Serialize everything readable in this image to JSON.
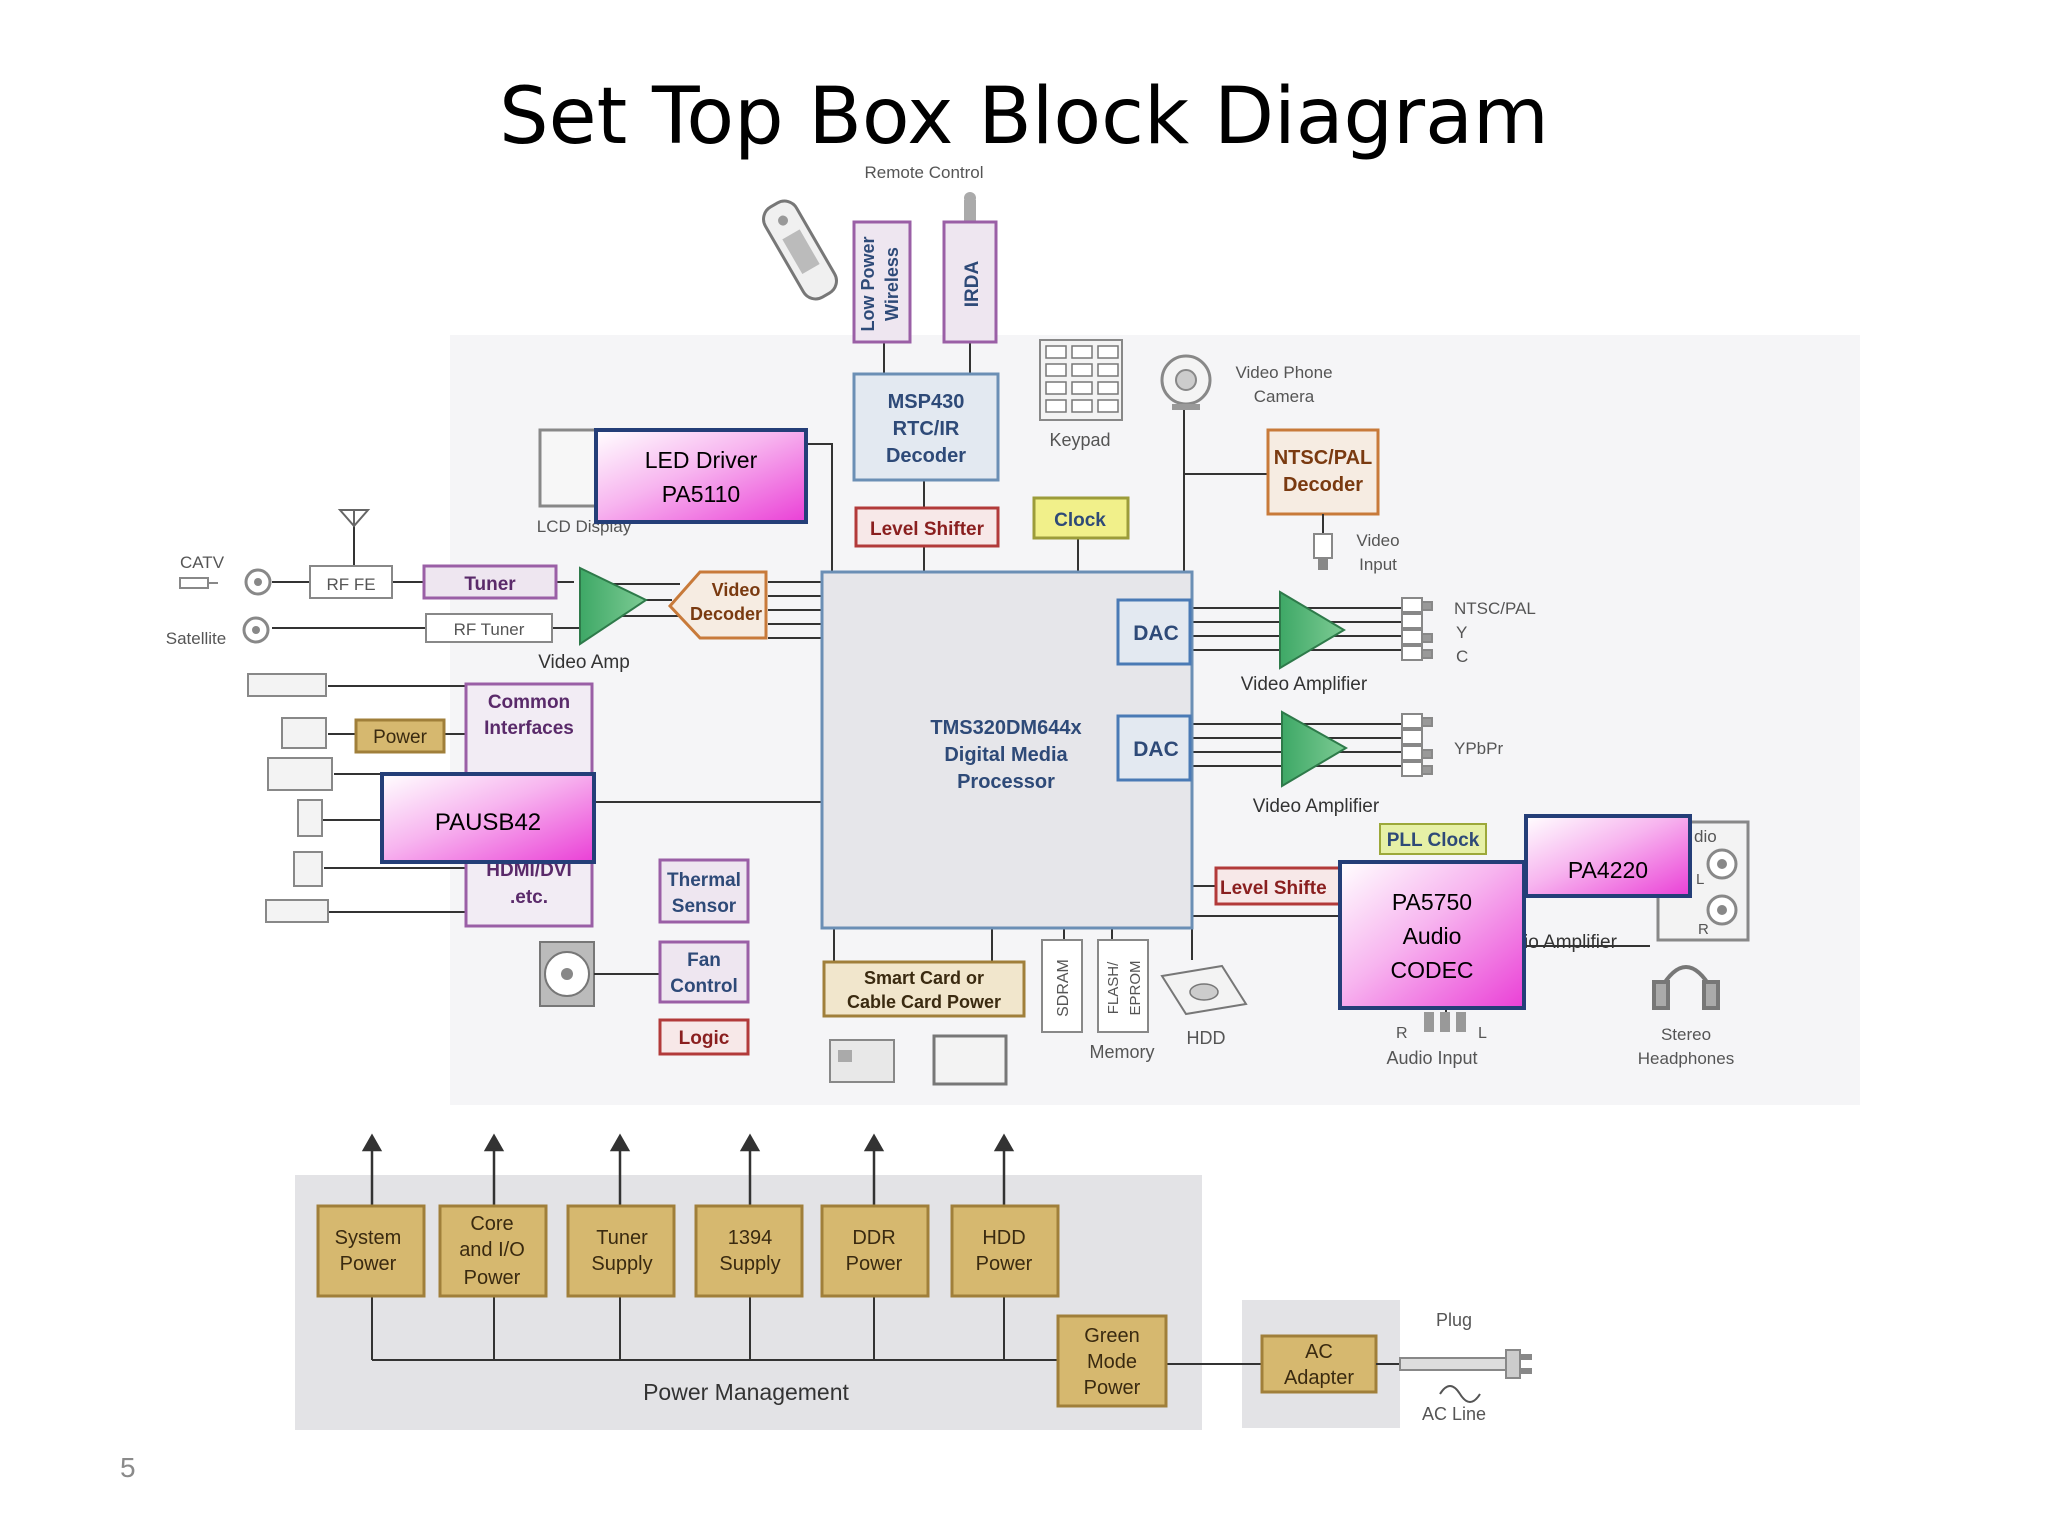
{
  "title": "Set Top Box Block Diagram",
  "page_number": "5",
  "colors": {
    "processor_fill": "#e6e6ea",
    "processor_border": "#6b8fb5",
    "tan_fill": "#d6b86f",
    "tan_border": "#a07f3a",
    "pink_highlight_start": "#ee44d8",
    "pink_highlight_end": "#ffffff",
    "highlight_border": "#243e78",
    "amp_green": "#5cb87a",
    "clock_yellow": "#f1f08a",
    "pll_fill": "#e6f0a6",
    "purple_border": "#9a5fa6",
    "red_border": "#b23a3a",
    "orange_border": "#c87a3a",
    "text_navy": "#2e4a78",
    "dark_red_text": "#8a1f1f"
  },
  "labels": {
    "remote_control": "Remote Control",
    "low_power_wireless_1": "Low Power",
    "low_power_wireless_2": "Wireless",
    "irda": "IRDA",
    "msp430_1": "MSP430",
    "msp430_2": "RTC/IR",
    "msp430_3": "Decoder",
    "keypad": "Keypad",
    "video_phone_camera_1": "Video Phone",
    "video_phone_camera_2": "Camera",
    "led_driver_1": "LED Driver",
    "led_driver_2": "PA5110",
    "lcd_display": "LCD Display",
    "level_shifter_top": "Level Shifter",
    "clock": "Clock",
    "ntsc_pal_decoder_1": "NTSC/PAL",
    "ntsc_pal_decoder_2": "Decoder",
    "video_input_1": "Video",
    "video_input_2": "Input",
    "catv": "CATV",
    "satellite": "Satellite",
    "rf_fe": "RF FE",
    "tuner": "Tuner",
    "rf_tuner": "RF Tuner",
    "video_amp": "Video Amp",
    "video_decoder_1": "Video",
    "video_decoder_2": "Decoder",
    "dac_1": "DAC",
    "dac_2": "DAC",
    "video_amplifier_1": "Video Amplifier",
    "video_amplifier_2": "Video Amplifier",
    "ntsc_pal_out": "NTSC/PAL",
    "y_out": "Y",
    "c_out": "C",
    "ypbpr": "YPbPr",
    "common_interfaces_1": "Common",
    "common_interfaces_2": "Interfaces",
    "power_small": "Power",
    "pausb42": "PAUSB42",
    "hdmi_dvi_1": "HDMI/DVI",
    "hdmi_dvi_2": ".etc.",
    "processor_1": "TMS320DM644x",
    "processor_2": "Digital Media",
    "processor_3": "Processor",
    "thermal_sensor_1": "Thermal",
    "thermal_sensor_2": "Sensor",
    "fan_control_1": "Fan",
    "fan_control_2": "Control",
    "logic": "Logic",
    "smart_card_1": "Smart Card or",
    "smart_card_2": "Cable Card Power",
    "sdram": "SDRAM",
    "flash_1": "FLASH/",
    "flash_2": "EPROM",
    "memory": "Memory",
    "hdd": "HDD",
    "pll_clock": "PLL Clock",
    "level_shifter_right": "Level Shifte",
    "pa5750_1": "PA5750",
    "pa5750_2": "Audio",
    "pa5750_3": "CODEC",
    "pa4220": "PA4220",
    "audio_amplifier_partial": "io Amplifier",
    "audio_partial": "dio",
    "audio_l": "L",
    "audio_r": "R",
    "audio_input_r": "R",
    "audio_input_l": "L",
    "audio_input": "Audio Input",
    "stereo_headphones_1": "Stereo",
    "stereo_headphones_2": "Headphones",
    "system_power_1": "System",
    "system_power_2": "Power",
    "core_io_power_1": "Core",
    "core_io_power_2": "and I/O",
    "core_io_power_3": "Power",
    "tuner_supply_1": "Tuner",
    "tuner_supply_2": "Supply",
    "supply_1394_1": "1394",
    "supply_1394_2": "Supply",
    "ddr_power_1": "DDR",
    "ddr_power_2": "Power",
    "hdd_power_1": "HDD",
    "hdd_power_2": "Power",
    "green_mode_1": "Green",
    "green_mode_2": "Mode",
    "green_mode_3": "Power",
    "power_management": "Power Management",
    "ac_adapter_1": "AC",
    "ac_adapter_2": "Adapter",
    "plug": "Plug",
    "ac_line": "AC Line"
  }
}
